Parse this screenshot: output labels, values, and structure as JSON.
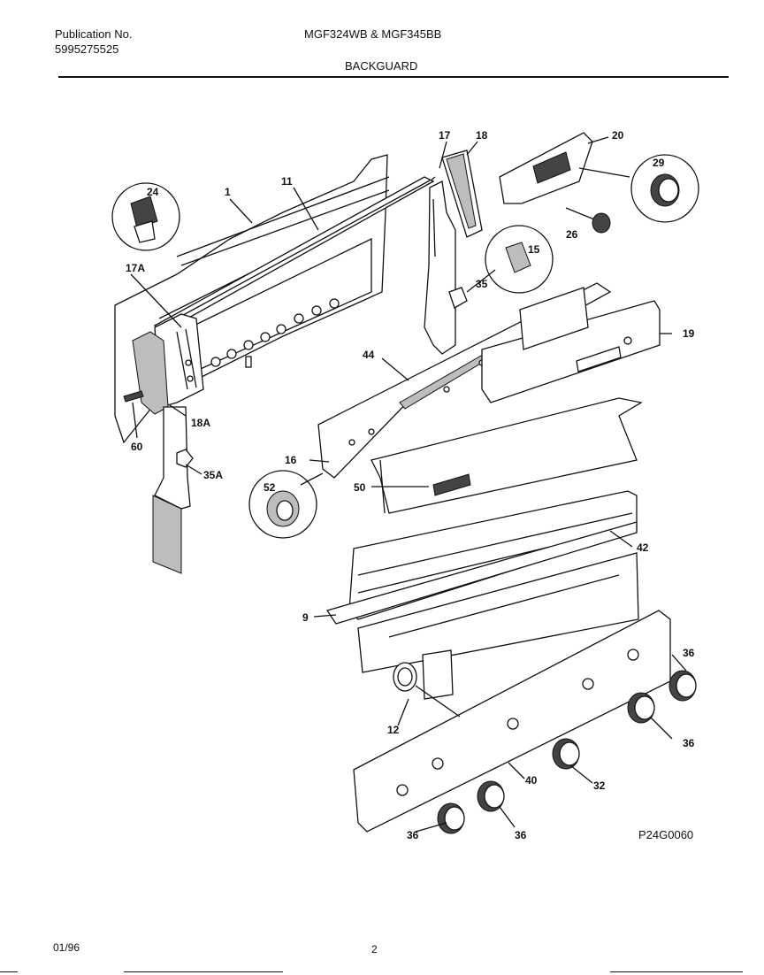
{
  "header": {
    "publication_label": "Publication No.",
    "publication_number": "5995275525",
    "models": "MGF324WB & MGF345BB",
    "section_title": "BACKGUARD"
  },
  "diagram": {
    "drawing_code": "P24G0060",
    "callouts": {
      "p1": "1",
      "p11": "11",
      "p17": "17",
      "p18": "18",
      "p20": "20",
      "p24": "24",
      "p29": "29",
      "p26": "26",
      "p15": "15",
      "p35": "35",
      "p17A": "17A",
      "p19": "19",
      "p44": "44",
      "p18A": "18A",
      "p60": "60",
      "p16": "16",
      "p35A": "35A",
      "p52": "52",
      "p50": "50",
      "p42": "42",
      "p9": "9",
      "p36a": "36",
      "p12": "12",
      "p36b": "36",
      "p32": "32",
      "p40": "40",
      "p36c": "36",
      "p36d": "36"
    }
  },
  "footer": {
    "date": "01/96",
    "page_number": "2"
  }
}
